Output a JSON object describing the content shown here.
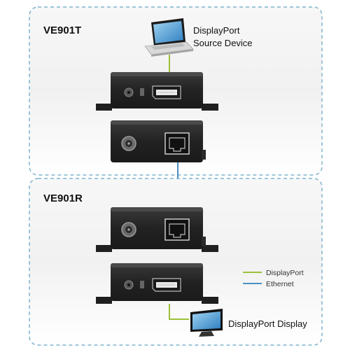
{
  "transmitter": {
    "model": "VE901T",
    "source_label_line1": "DisplayPort",
    "source_label_line2": "Source Device"
  },
  "receiver": {
    "model": "VE901R",
    "display_label": "DisplayPort Display"
  },
  "legend": [
    {
      "label": "DisplayPort",
      "color": "#9cc13b"
    },
    {
      "label": "Ethernet",
      "color": "#4a8fc3"
    }
  ],
  "colors": {
    "panel_border": "#7fb3cf",
    "displayport_cable": "#9cc13b",
    "ethernet_cable": "#4a8fc3",
    "device_body": "#2a2a2a"
  },
  "icons": [
    "laptop-icon",
    "monitor-icon",
    "displayport-connector-icon",
    "rj45-port-icon",
    "power-jack-icon"
  ]
}
